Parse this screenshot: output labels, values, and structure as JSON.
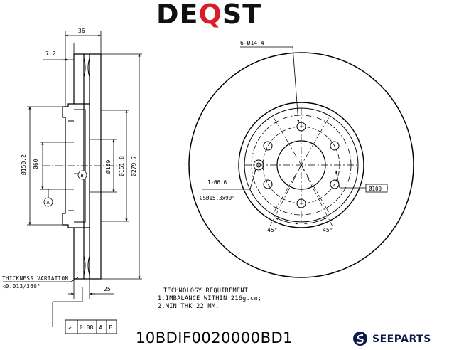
{
  "brand": {
    "logo_prefix": "DE",
    "logo_mark": "Q",
    "logo_suffix": "ST",
    "secondary_name": "SEEPARTS",
    "accent_color": "#d81f26",
    "secondary_color": "#0c1a4a"
  },
  "part_number": "10BDIF0020000BD1",
  "dimensions": {
    "overall_width": "36",
    "offset": "7.2",
    "pcd_center": "Ø150.2",
    "bore": "Ø60",
    "hub_dia": "Ø139",
    "inner_dia": "Ø161.8",
    "outer_dia": "Ø279.7",
    "hat_height": "25",
    "bolt_holes": "6-Ø14.4",
    "small_hole": "1-Ø6.6",
    "countersink": "CSØ15.3x90°",
    "pcd": "Ø100",
    "angle_left": "45°",
    "angle_right": "45°"
  },
  "datums": {
    "a": "A",
    "b": "B"
  },
  "thickness_variation": {
    "title": "THICKNESS VARIATION",
    "value": "◁0.013/360°"
  },
  "tolerance_frame": {
    "symbol": "↗",
    "value": "0.08",
    "datum1": "A",
    "datum2": "B"
  },
  "technology_requirement": {
    "title": "TECHNOLOGY REQUIREMENT",
    "line1": "1.IMBALANCE WITHIN 216g.cm;",
    "line2": "2.MIN THK 22 MM."
  }
}
